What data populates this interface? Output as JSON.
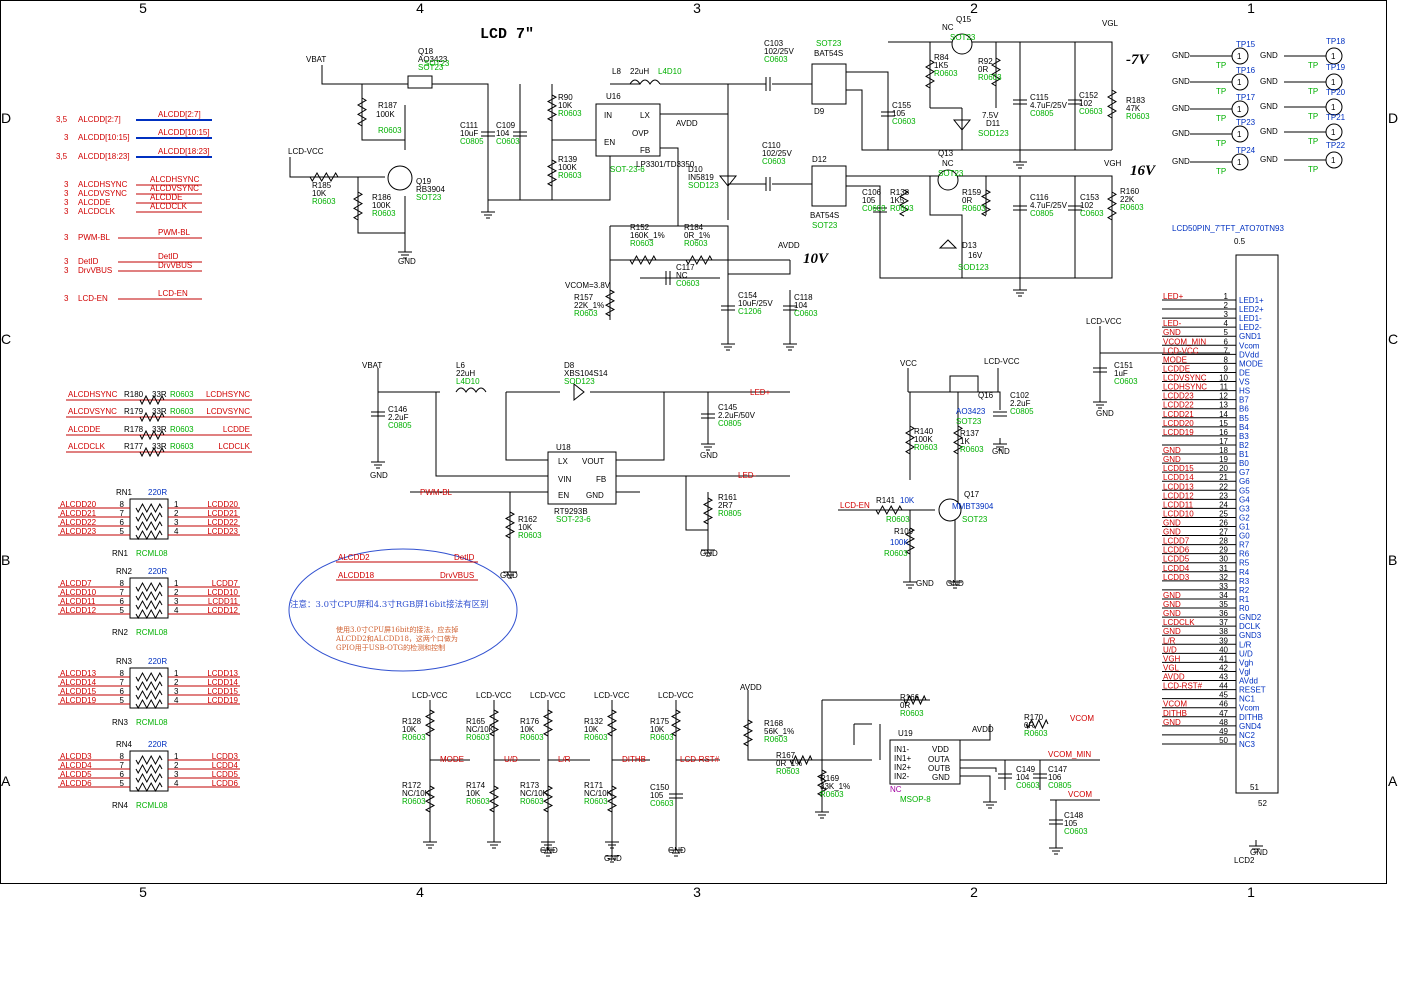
{
  "title": "LCD 7\"",
  "frame": {
    "cols": [
      "5",
      "4",
      "3",
      "2",
      "1"
    ],
    "rows": [
      "D",
      "C",
      "B",
      "A"
    ]
  },
  "voltages": {
    "neg7": "-7V",
    "v16": "16V",
    "v10": "10V"
  },
  "nets": {
    "vbat": "VBAT",
    "lcd_vcc": "LCD-VCC",
    "gnd": "GND",
    "avdd": "AVDD",
    "vgl": "VGL",
    "vgh": "VGH",
    "vcc": "VCC",
    "vcom": "VCOM",
    "vcom_min": "VCOM_MIN",
    "led_p": "LED+",
    "led_m": "LED-",
    "pwm_bl": "PWM-BL",
    "lcd_en": "LCD-EN",
    "mode": "MODE",
    "ud": "U/D",
    "lr": "L/R",
    "dithb": "DITHB",
    "lcd_rst": "LCD-RST#",
    "vcom_note": "VCOM=3.8V"
  },
  "ports": [
    {
      "num": "3,5",
      "name": "ALCDD[2:7]",
      "bus": "ALCDD[2:7]"
    },
    {
      "num": "3",
      "name": "ALCDD[10:15]",
      "bus": "ALCDD[10:15]"
    },
    {
      "num": "3,5",
      "name": "ALCDD[18:23]",
      "bus": "ALCDD[18:23]"
    },
    {
      "num": "3",
      "name": "ALCDHSYNC",
      "bus": "ALCDHSYNC"
    },
    {
      "num": "3",
      "name": "ALCDVSYNC",
      "bus": "ALCDVSYNC"
    },
    {
      "num": "3",
      "name": "ALCDDE",
      "bus": "ALCDDE"
    },
    {
      "num": "3",
      "name": "ALCDCLK",
      "bus": "ALCDCLK"
    },
    {
      "num": "3",
      "name": "PWM-BL",
      "bus": "PWM-BL"
    },
    {
      "num": "3",
      "name": "DetID",
      "bus": "DetID"
    },
    {
      "num": "3",
      "name": "DrvVBUS",
      "bus": "DrvVBUS"
    },
    {
      "num": "3",
      "name": "LCD-EN",
      "bus": "LCD-EN"
    }
  ],
  "series_res": [
    {
      "in": "ALCDHSYNC",
      "ref": "R180",
      "val": "33R",
      "pkg": "R0603",
      "out": "LCDHSYNC"
    },
    {
      "in": "ALCDVSYNC",
      "ref": "R179",
      "val": "33R",
      "pkg": "R0603",
      "out": "LCDVSYNC"
    },
    {
      "in": "ALCDDE",
      "ref": "R178",
      "val": "33R",
      "pkg": "R0603",
      "out": "LCDDE"
    },
    {
      "in": "ALCDCLK",
      "ref": "R177",
      "val": "33R",
      "pkg": "R0603",
      "out": "LCDCLK"
    }
  ],
  "rnets": [
    {
      "ref": "RN1",
      "val": "220R",
      "pkg": "RCML08",
      "in": [
        "ALCDD20",
        "ALCDD21",
        "ALCDD22",
        "ALCDD23"
      ],
      "out": [
        "LCDD20",
        "LCDD21",
        "LCDD22",
        "LCDD23"
      ],
      "pl": [
        "8",
        "7",
        "6",
        "5"
      ],
      "pr": [
        "1",
        "2",
        "3",
        "4"
      ]
    },
    {
      "ref": "RN2",
      "val": "220R",
      "pkg": "RCML08",
      "in": [
        "ALCDD7",
        "ALCDD10",
        "ALCDD11",
        "ALCDD12"
      ],
      "out": [
        "LCDD7",
        "LCDD10",
        "LCDD11",
        "LCDD12"
      ],
      "pl": [
        "8",
        "7",
        "6",
        "5"
      ],
      "pr": [
        "1",
        "2",
        "3",
        "4"
      ]
    },
    {
      "ref": "RN3",
      "val": "220R",
      "pkg": "RCML08",
      "in": [
        "ALCDD13",
        "ALCDD14",
        "ALCDD15",
        "ALCDD19"
      ],
      "out": [
        "LCDD13",
        "LCDD14",
        "LCDD15",
        "LCDD19"
      ],
      "pl": [
        "8",
        "7",
        "6",
        "5"
      ],
      "pr": [
        "1",
        "2",
        "3",
        "4"
      ]
    },
    {
      "ref": "RN4",
      "val": "220R",
      "pkg": "RCML08",
      "in": [
        "ALCDD3",
        "ALCDD4",
        "ALCDD5",
        "ALCDD6"
      ],
      "out": [
        "LCDD3",
        "LCDD4",
        "LCDD5",
        "LCDD6"
      ],
      "pl": [
        "8",
        "7",
        "6",
        "5"
      ],
      "pr": [
        "1",
        "2",
        "3",
        "4"
      ]
    }
  ],
  "ellipse_note": {
    "row1_l": "ALCDD2",
    "row1_r": "DetID",
    "row2_l": "ALCDD18",
    "row2_r": "DrvVBUS",
    "line1": "注意：3.0寸CPU屏和4.3寸RGB屏16bit接法有区别",
    "line2": "使用3.0寸CPU屏16bit的接法，应去掉",
    "line3": "ALCDD2和ALCDD18，这两个口做为",
    "line4": "GPIO用于USB-OTG的检测和控制"
  },
  "parts": {
    "q18": {
      "ref": "Q18",
      "val": "AO3423",
      "pkg": "SOT23"
    },
    "r187": {
      "ref": "R187",
      "val": "100K",
      "pkg": "R0603"
    },
    "q19": {
      "ref": "Q19",
      "val": "RB3904",
      "pkg": "SOT23"
    },
    "r185": {
      "ref": "R185",
      "val": "10K",
      "pkg": "R0603"
    },
    "r186": {
      "ref": "R186",
      "val": "100K",
      "pkg": "R0603"
    },
    "c111": {
      "ref": "C111",
      "val": "10uF",
      "pkg": "C0805"
    },
    "c109": {
      "ref": "C109",
      "val": "104",
      "pkg": "C0603"
    },
    "r90": {
      "ref": "R90",
      "val": "10K",
      "pkg": "R0603"
    },
    "r139": {
      "ref": "R139",
      "val": "100K",
      "pkg": "R0603"
    },
    "u16": {
      "ref": "U16",
      "val": "LP3301/TD3350",
      "pkg": "SOT-23-6",
      "in": "IN",
      "en": "EN",
      "lx": "LX",
      "ovp": "OVP",
      "fb": "FB",
      "gnd": "GND"
    },
    "l8": {
      "ref": "L8",
      "val": "22uH",
      "pkg": "L4D10"
    },
    "d10": {
      "ref": "D10",
      "val": "IN5819",
      "pkg": "SOD123"
    },
    "r152": {
      "ref": "R152",
      "val": "160K_1%",
      "pkg": "R0603"
    },
    "r184": {
      "ref": "R184",
      "val": "0R_1%",
      "pkg": "R0603"
    },
    "c117": {
      "ref": "C117",
      "val": "NC",
      "pkg": "C0603"
    },
    "r157": {
      "ref": "R157",
      "val": "22K_1%",
      "pkg": "R0603"
    },
    "c154": {
      "ref": "C154",
      "val": "10uF/25V",
      "pkg": "C1206"
    },
    "c118": {
      "ref": "C118",
      "val": "104",
      "pkg": "C0603"
    },
    "c103": {
      "ref": "C103",
      "val": "102/25V",
      "pkg": "C0603"
    },
    "c110": {
      "ref": "C110",
      "val": "102/25V",
      "pkg": "C0603"
    },
    "d9": {
      "ref": "D9",
      "val": "BAT54S",
      "pkg": "SOT23"
    },
    "d12": {
      "ref": "D12",
      "val": "BAT54S",
      "pkg": "SOT23"
    },
    "c155": {
      "ref": "C155",
      "val": "105",
      "pkg": "C0603"
    },
    "r84": {
      "ref": "R84",
      "val": "1K5",
      "pkg": "R0603"
    },
    "q15": {
      "ref": "Q15",
      "val": "NC",
      "pkg": "SOT23"
    },
    "r92": {
      "ref": "R92",
      "val": "0R",
      "pkg": "R0603"
    },
    "d11": {
      "ref": "D11",
      "val": "7.5V",
      "pkg": "SOD123"
    },
    "c115": {
      "ref": "C115",
      "val": "4.7uF/25V",
      "pkg": "C0805"
    },
    "c152": {
      "ref": "C152",
      "val": "102",
      "pkg": "C0603"
    },
    "r183": {
      "ref": "R183",
      "val": "47K",
      "pkg": "R0603"
    },
    "c106": {
      "ref": "C106",
      "val": "105",
      "pkg": "C0603"
    },
    "r138": {
      "ref": "R138",
      "val": "1K5",
      "pkg": "R0603"
    },
    "q13": {
      "ref": "Q13",
      "val": "NC",
      "pkg": "SOT23"
    },
    "r159": {
      "ref": "R159",
      "val": "0R",
      "pkg": "R0603"
    },
    "d13": {
      "ref": "D13",
      "val": "16V",
      "pkg": "SOD123"
    },
    "c116": {
      "ref": "C116",
      "val": "4.7uF/25V",
      "pkg": "C0805"
    },
    "c153": {
      "ref": "C153",
      "val": "102",
      "pkg": "C0603"
    },
    "r160": {
      "ref": "R160",
      "val": "22K",
      "pkg": "R0603"
    },
    "c146": {
      "ref": "C146",
      "val": "2.2uF",
      "pkg": "C0805"
    },
    "l6": {
      "ref": "L6",
      "val": "22uH",
      "pkg": "L4D10"
    },
    "d8": {
      "ref": "D8",
      "val": "XBS104S14",
      "pkg": "SOD123"
    },
    "c145": {
      "ref": "C145",
      "val": "2.2uF/50V",
      "pkg": "C0805"
    },
    "u18": {
      "ref": "U18",
      "val": "RT9293B",
      "pkg": "SOT-23-6",
      "lx": "LX",
      "vout": "VOUT",
      "vin": "VIN",
      "fb": "FB",
      "en": "EN",
      "gnd": "GND"
    },
    "r161": {
      "ref": "R161",
      "val": "2R7",
      "pkg": "R0805"
    },
    "r162": {
      "ref": "R162",
      "val": "10K",
      "pkg": "R0603"
    },
    "q16": {
      "ref": "Q16",
      "val": "AO3423",
      "pkg": "SOT23"
    },
    "c102": {
      "ref": "C102",
      "val": "2.2uF",
      "pkg": "C0805"
    },
    "r140": {
      "ref": "R140",
      "val": "100K",
      "pkg": "R0603"
    },
    "r137": {
      "ref": "R137",
      "val": "1K",
      "pkg": "R0603"
    },
    "r141": {
      "ref": "R141",
      "val": "10K",
      "pkg": "R0603"
    },
    "r109": {
      "ref": "R109",
      "val": "100K",
      "pkg": "R0603"
    },
    "q17": {
      "ref": "Q17",
      "val": "MMBT3904",
      "pkg": "SOT23"
    },
    "c151": {
      "ref": "C151",
      "val": "1uF",
      "pkg": "C0603"
    },
    "r128": {
      "ref": "R128",
      "val": "10K",
      "pkg": "R0603"
    },
    "r172": {
      "ref": "R172",
      "val": "NC/10K",
      "pkg": "R0603"
    },
    "r165": {
      "ref": "R165",
      "val": "NC/10K",
      "pkg": "R0603"
    },
    "r174": {
      "ref": "R174",
      "val": "10K",
      "pkg": "R0603"
    },
    "r176": {
      "ref": "R176",
      "val": "10K",
      "pkg": "R0603"
    },
    "r173": {
      "ref": "R173",
      "val": "NC/10K",
      "pkg": "R0603"
    },
    "r132": {
      "ref": "R132",
      "val": "10K",
      "pkg": "R0603"
    },
    "r171": {
      "ref": "R171",
      "val": "NC/10K",
      "pkg": "R0603"
    },
    "r175": {
      "ref": "R175",
      "val": "10K",
      "pkg": "R0603"
    },
    "c150": {
      "ref": "C150",
      "val": "105",
      "pkg": "C0603"
    },
    "r168": {
      "ref": "R168",
      "val": "56K_1%",
      "pkg": "R0603"
    },
    "r167": {
      "ref": "R167",
      "val": "0R_1%",
      "pkg": "R0603"
    },
    "r169": {
      "ref": "R169",
      "val": "33K_1%",
      "pkg": "R0603"
    },
    "r166": {
      "ref": "R166",
      "val": "0R",
      "pkg": "R0603"
    },
    "u19": {
      "ref": "U19",
      "val": "NC",
      "pkg": "MSOP-8",
      "p1": "IN1-",
      "p2": "IN1+",
      "p3": "IN2+",
      "p4": "IN2-",
      "p5": "VDD",
      "p6": "OUTA",
      "p7": "OUTB",
      "p8": "GND"
    },
    "r170": {
      "ref": "R170",
      "val": "0R",
      "pkg": "R0603"
    },
    "c149": {
      "ref": "C149",
      "val": "104",
      "pkg": "C0603"
    },
    "c147": {
      "ref": "C147",
      "val": "106",
      "pkg": "C0805"
    },
    "c148": {
      "ref": "C148",
      "val": "105",
      "pkg": "C0603"
    }
  },
  "testpoints": [
    "TP15",
    "TP16",
    "TP17",
    "TP23",
    "TP24",
    "TP18",
    "TP19",
    "TP20",
    "TP21",
    "TP22"
  ],
  "tp_label": "TP",
  "connector": {
    "title": "LCD50PIN_7'TFT_ATO70TN93",
    "ref": "LCD2",
    "pitch": "0.5",
    "pins": [
      {
        "n": "1",
        "sig": "LED1+",
        "net": "LED+"
      },
      {
        "n": "2",
        "sig": "LED2+",
        "net": ""
      },
      {
        "n": "3",
        "sig": "LED1-",
        "net": ""
      },
      {
        "n": "4",
        "sig": "LED2-",
        "net": "LED-"
      },
      {
        "n": "5",
        "sig": "GND1",
        "net": "GND"
      },
      {
        "n": "6",
        "sig": "Vcom",
        "net": "VCOM_MIN"
      },
      {
        "n": "7",
        "sig": "DVdd",
        "net": "LCD-VCC"
      },
      {
        "n": "8",
        "sig": "MODE",
        "net": "MODE"
      },
      {
        "n": "9",
        "sig": "DE",
        "net": "LCDDE"
      },
      {
        "n": "10",
        "sig": "VS",
        "net": "LCDVSYNC"
      },
      {
        "n": "11",
        "sig": "HS",
        "net": "LCDHSYNC"
      },
      {
        "n": "12",
        "sig": "B7",
        "net": "LCDD23"
      },
      {
        "n": "13",
        "sig": "B6",
        "net": "LCDD22"
      },
      {
        "n": "14",
        "sig": "B5",
        "net": "LCDD21"
      },
      {
        "n": "15",
        "sig": "B4",
        "net": "LCDD20"
      },
      {
        "n": "16",
        "sig": "B3",
        "net": "LCDD19"
      },
      {
        "n": "17",
        "sig": "B2",
        "net": ""
      },
      {
        "n": "18",
        "sig": "B1",
        "net": "GND"
      },
      {
        "n": "19",
        "sig": "B0",
        "net": "GND"
      },
      {
        "n": "20",
        "sig": "G7",
        "net": "LCDD15"
      },
      {
        "n": "21",
        "sig": "G6",
        "net": "LCDD14"
      },
      {
        "n": "22",
        "sig": "G5",
        "net": "LCDD13"
      },
      {
        "n": "23",
        "sig": "G4",
        "net": "LCDD12"
      },
      {
        "n": "24",
        "sig": "G3",
        "net": "LCDD11"
      },
      {
        "n": "25",
        "sig": "G2",
        "net": "LCDD10"
      },
      {
        "n": "26",
        "sig": "G1",
        "net": "GND"
      },
      {
        "n": "27",
        "sig": "G0",
        "net": "GND"
      },
      {
        "n": "28",
        "sig": "R7",
        "net": "LCDD7"
      },
      {
        "n": "29",
        "sig": "R6",
        "net": "LCDD6"
      },
      {
        "n": "30",
        "sig": "R5",
        "net": "LCDD5"
      },
      {
        "n": "31",
        "sig": "R4",
        "net": "LCDD4"
      },
      {
        "n": "32",
        "sig": "R3",
        "net": "LCDD3"
      },
      {
        "n": "33",
        "sig": "R2",
        "net": ""
      },
      {
        "n": "34",
        "sig": "R1",
        "net": "GND"
      },
      {
        "n": "35",
        "sig": "R0",
        "net": "GND"
      },
      {
        "n": "36",
        "sig": "GND2",
        "net": "GND"
      },
      {
        "n": "37",
        "sig": "DCLK",
        "net": "LCDCLK"
      },
      {
        "n": "38",
        "sig": "GND3",
        "net": "GND"
      },
      {
        "n": "39",
        "sig": "L/R",
        "net": "L/R"
      },
      {
        "n": "40",
        "sig": "U/D",
        "net": "U/D"
      },
      {
        "n": "41",
        "sig": "Vgh",
        "net": "VGH"
      },
      {
        "n": "42",
        "sig": "Vgl",
        "net": "VGL"
      },
      {
        "n": "43",
        "sig": "AVdd",
        "net": "AVDD"
      },
      {
        "n": "44",
        "sig": "RESET",
        "net": "LCD-RST#"
      },
      {
        "n": "45",
        "sig": "NC1",
        "net": ""
      },
      {
        "n": "46",
        "sig": "Vcom",
        "net": "VCOM"
      },
      {
        "n": "47",
        "sig": "DITHB",
        "net": "DITHB"
      },
      {
        "n": "48",
        "sig": "GND4",
        "net": "GND"
      },
      {
        "n": "49",
        "sig": "NC2",
        "net": ""
      },
      {
        "n": "50",
        "sig": "NC3",
        "net": ""
      }
    ],
    "gnd_pins": [
      "51",
      "52"
    ]
  }
}
